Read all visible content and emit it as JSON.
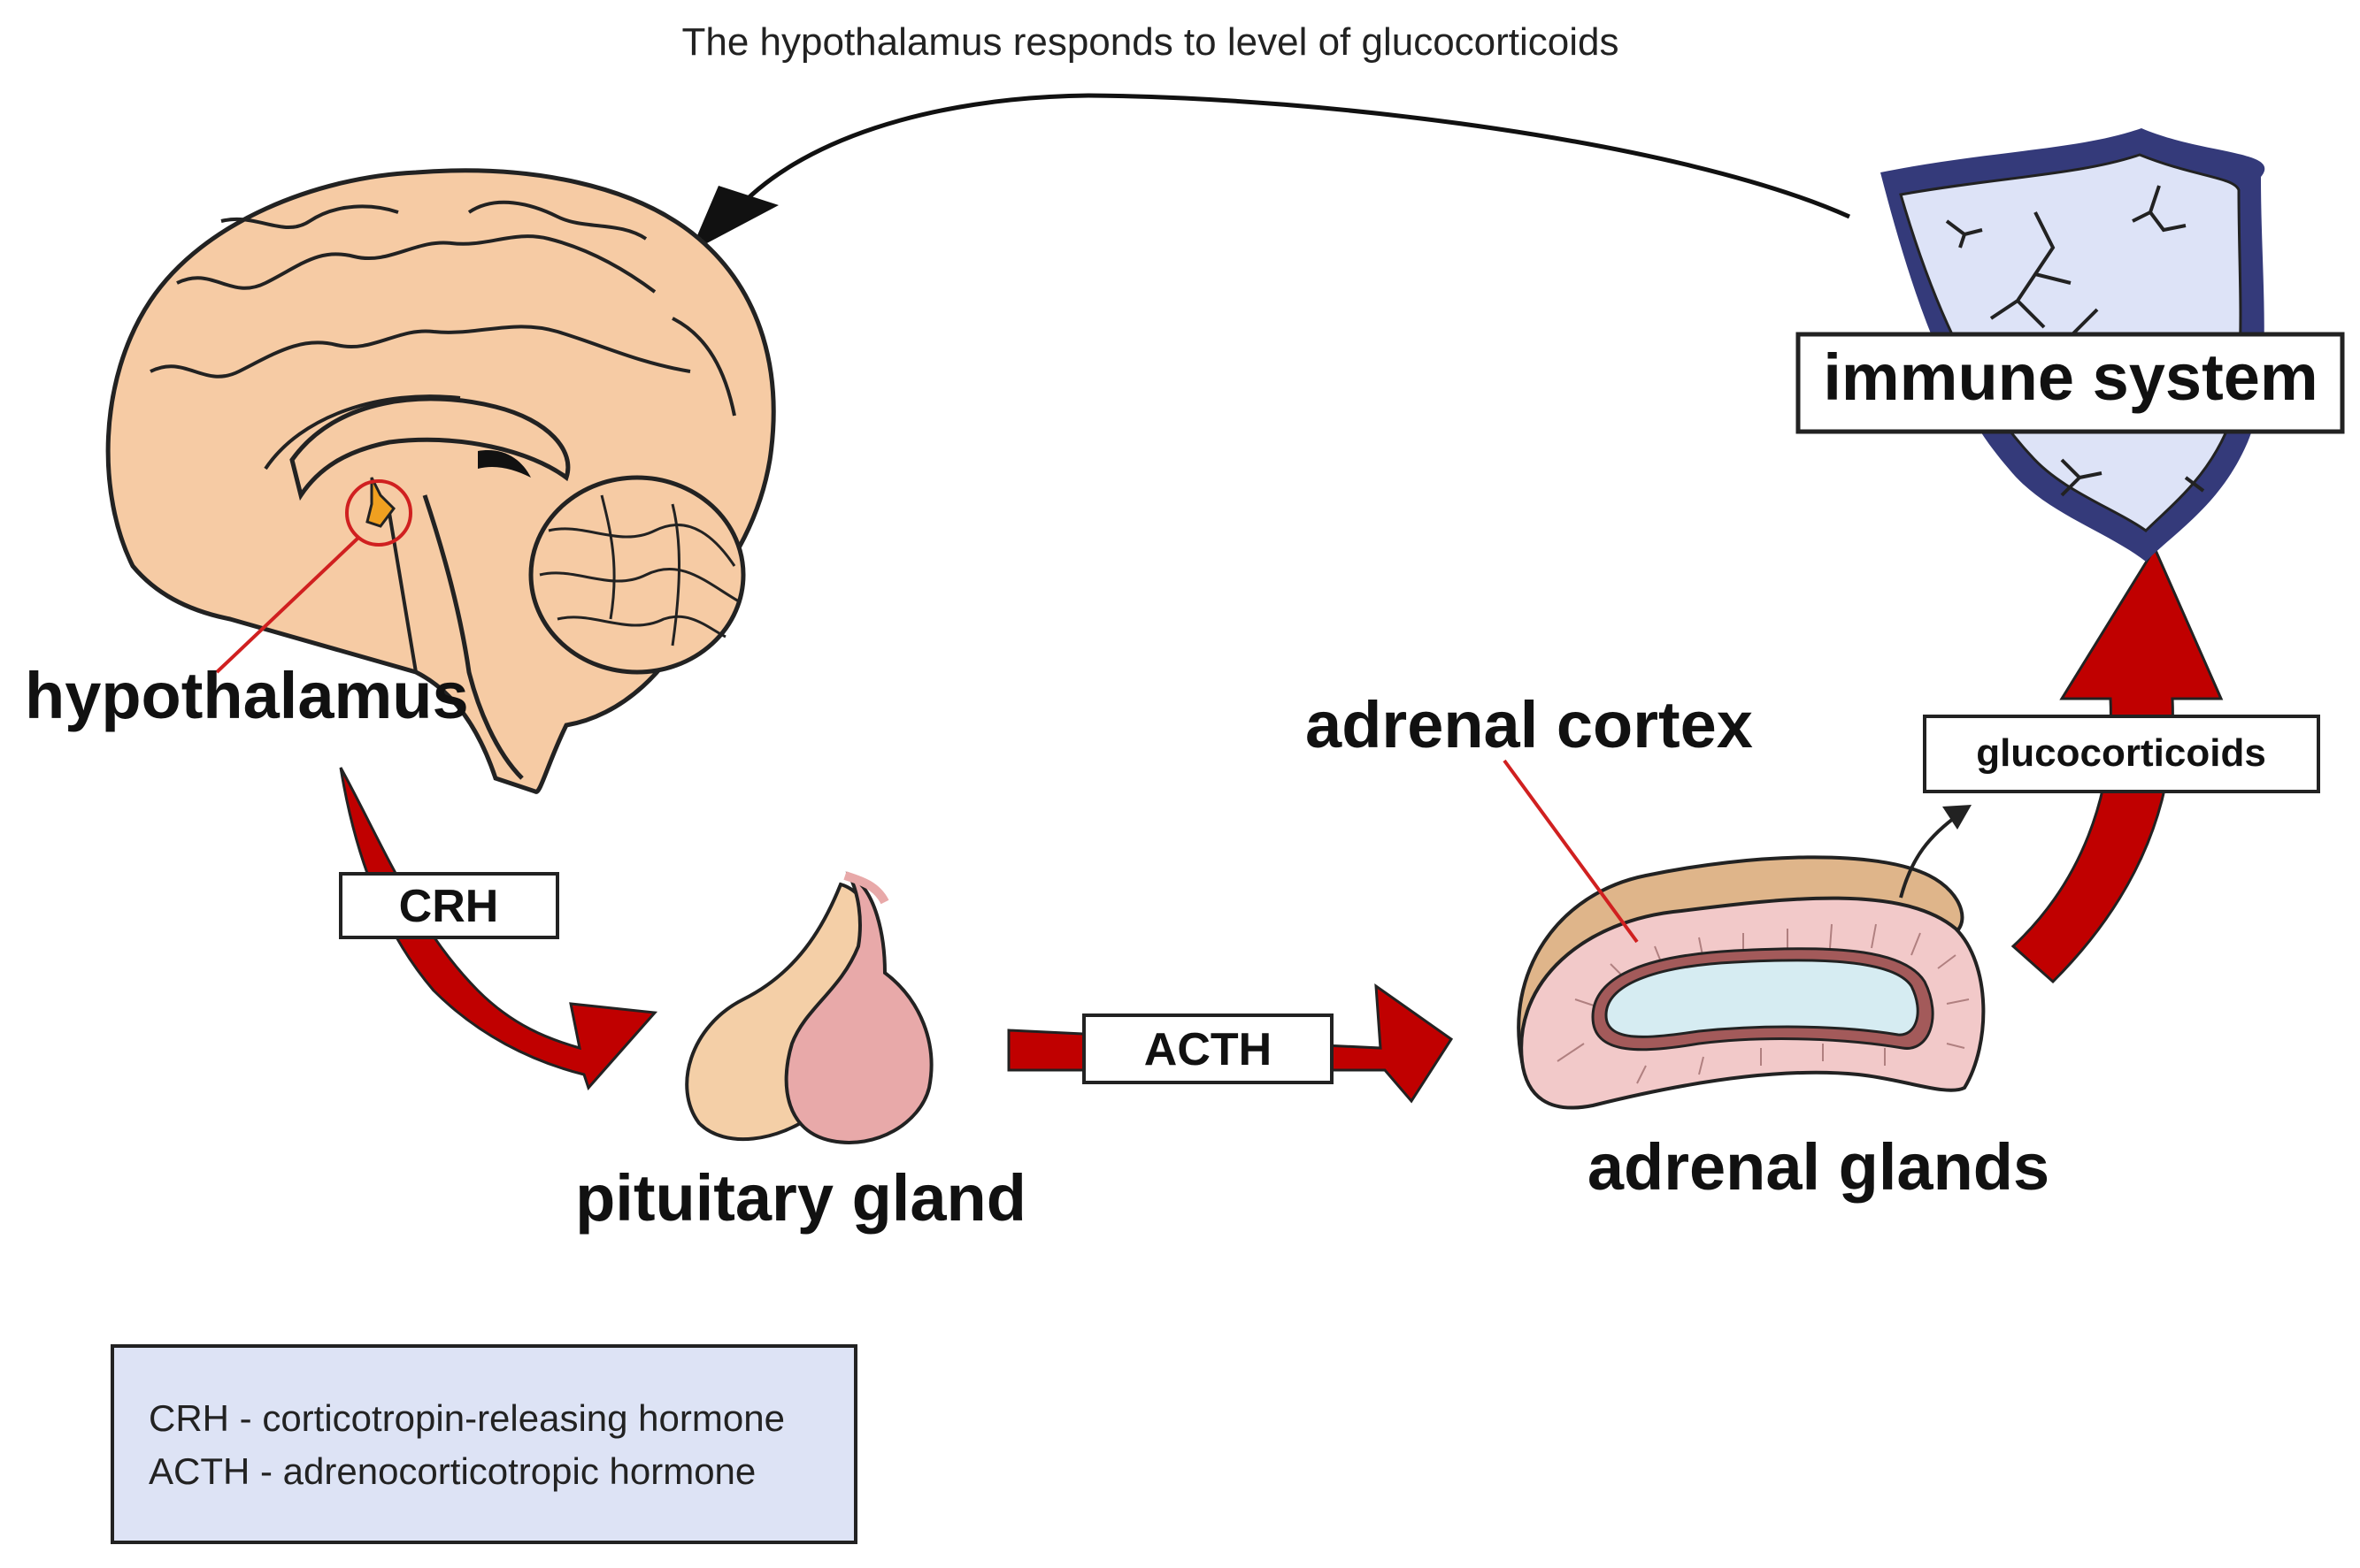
{
  "feedback_caption": "The hypothalamus responds to level of glucocorticoids",
  "labels": {
    "hypothalamus": "hypothalamus",
    "pituitary_gland": "pituitary gland",
    "adrenal_cortex": "adrenal cortex",
    "adrenal_glands": "adrenal glands",
    "immune_system": "immune system"
  },
  "hormones": {
    "crh": "CRH",
    "acth": "ACTH",
    "glucocorticoids": "glucocorticoids"
  },
  "legend": {
    "lines": [
      "CRH - corticotropin-releasing hormone",
      "ACTH - adrenocorticotropic hormone"
    ]
  },
  "colors": {
    "arrow_red": "#c00000",
    "brain_skin": "#f6cba4",
    "pituitary_front": "#f4cfa7",
    "pituitary_back": "#e8a9a9",
    "adrenal_outer": "#dfb58a",
    "adrenal_cortex": "#f2c9c9",
    "adrenal_medulla": "#d6ecf2",
    "shield_fill": "#dde3f7",
    "shield_border": "#343a7a",
    "legend_fill": "#dde3f5",
    "hypothalamus_highlight": "#f0a020",
    "pointer_line": "#d02020"
  },
  "icons": [
    "brain-icon",
    "pituitary-gland-icon",
    "adrenal-gland-icon",
    "immune-shield-icon"
  ]
}
